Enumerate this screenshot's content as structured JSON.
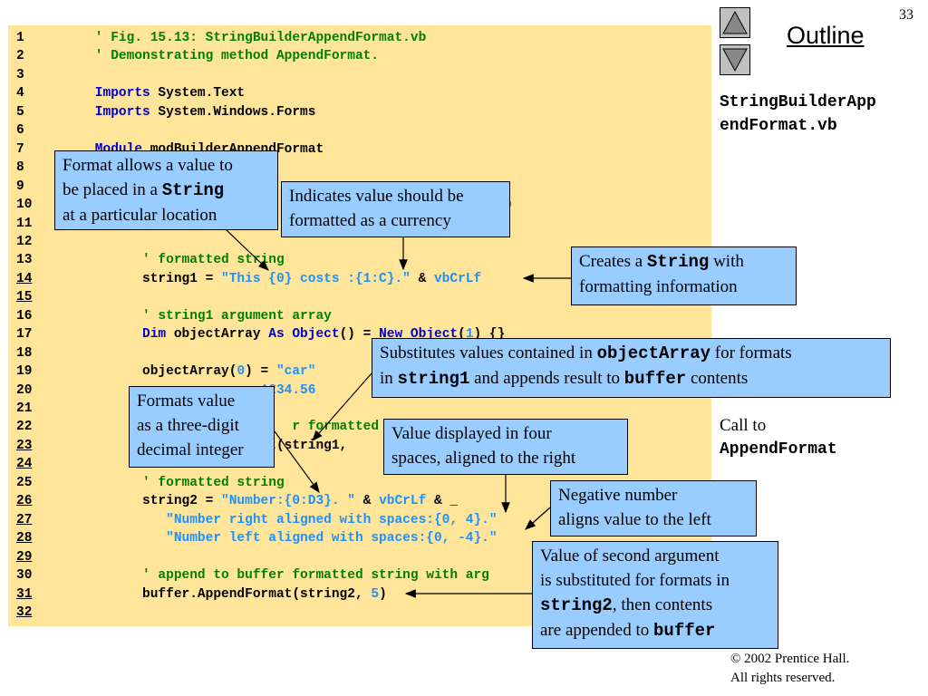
{
  "slide_number": "33",
  "nav": {
    "up_icon": "triangle-up-icon",
    "down_icon": "triangle-down-icon",
    "outline_label": "Outline"
  },
  "file_name_line1": "StringBuilderApp",
  "file_name_line2": "endFormat.vb",
  "side_note": {
    "line1": "Call to",
    "line2": "AppendFormat"
  },
  "copyright": {
    "line1": "© 2002 Prentice Hall.",
    "line2": "All rights reserved."
  },
  "colors": {
    "code_background": "#ffe599",
    "callout_background": "#99ccff",
    "comment": "#008000",
    "keyword": "#0000cc",
    "string": "#1e90ff"
  },
  "code_lines": [
    {
      "num": "1",
      "underline": false,
      "tokens": [
        [
          "c",
          "    ' Fig. 15.13: StringBuilderAppendFormat.vb"
        ]
      ]
    },
    {
      "num": "2",
      "underline": false,
      "tokens": [
        [
          "c",
          "    ' Demonstrating method AppendFormat."
        ]
      ]
    },
    {
      "num": "3",
      "underline": false,
      "tokens": []
    },
    {
      "num": "4",
      "underline": false,
      "tokens": [
        [
          "k",
          "    Imports"
        ],
        [
          "p",
          " System.Text"
        ]
      ]
    },
    {
      "num": "5",
      "underline": false,
      "tokens": [
        [
          "k",
          "    Imports"
        ],
        [
          "p",
          " System.Windows.Forms"
        ]
      ]
    },
    {
      "num": "6",
      "underline": false,
      "tokens": []
    },
    {
      "num": "7",
      "underline": false,
      "tokens": [
        [
          "k",
          "    Module"
        ],
        [
          "p",
          " modBuilderAppendFormat"
        ]
      ]
    },
    {
      "num": "8",
      "underline": false,
      "tokens": []
    },
    {
      "num": "9",
      "underline": false,
      "tokens": []
    },
    {
      "num": "10",
      "underline": false,
      "tokens": [
        [
          "p",
          "                                                builder()"
        ]
      ]
    },
    {
      "num": "11",
      "underline": false,
      "tokens": []
    },
    {
      "num": "12",
      "underline": false,
      "tokens": []
    },
    {
      "num": "13",
      "underline": false,
      "tokens": [
        [
          "c",
          "          ' formatted string"
        ]
      ]
    },
    {
      "num": "14",
      "underline": true,
      "tokens": [
        [
          "p",
          "          string1 = "
        ],
        [
          "s",
          "\"This {0} costs :{1:C}.\""
        ],
        [
          "p",
          " & "
        ],
        [
          "s",
          "vbCrLf"
        ]
      ]
    },
    {
      "num": "15",
      "underline": true,
      "tokens": []
    },
    {
      "num": "16",
      "underline": false,
      "tokens": [
        [
          "c",
          "          ' string1 argument array"
        ]
      ]
    },
    {
      "num": "17",
      "underline": false,
      "tokens": [
        [
          "k",
          "          Dim"
        ],
        [
          "p",
          " objectArray "
        ],
        [
          "k",
          "As Object"
        ],
        [
          "p",
          "() = "
        ],
        [
          "k",
          "New Object"
        ],
        [
          "p",
          "("
        ],
        [
          "n",
          "1"
        ],
        [
          "p",
          ") {}"
        ]
      ]
    },
    {
      "num": "18",
      "underline": false,
      "tokens": []
    },
    {
      "num": "19",
      "underline": false,
      "tokens": [
        [
          "p",
          "          objectArray("
        ],
        [
          "n",
          "0"
        ],
        [
          "p",
          ") = "
        ],
        [
          "s",
          "\"car\""
        ]
      ]
    },
    {
      "num": "20",
      "underline": false,
      "tokens": [
        [
          "p",
          "          o"
        ],
        [
          "p",
          "              "
        ],
        [
          "s",
          "1234.56"
        ]
      ]
    },
    {
      "num": "21",
      "underline": false,
      "tokens": []
    },
    {
      "num": "22",
      "underline": false,
      "tokens": [
        [
          "c",
          "          '"
        ],
        [
          "c",
          "                  r formatted"
        ]
      ]
    },
    {
      "num": "23",
      "underline": true,
      "tokens": [
        [
          "p",
          "          b"
        ],
        [
          "p",
          "              at(string1,"
        ]
      ]
    },
    {
      "num": "24",
      "underline": true,
      "tokens": []
    },
    {
      "num": "25",
      "underline": false,
      "tokens": [
        [
          "c",
          "          ' formatted string"
        ]
      ]
    },
    {
      "num": "26",
      "underline": true,
      "tokens": [
        [
          "p",
          "          string2 = "
        ],
        [
          "s",
          "\"Number:{0:D3}. \""
        ],
        [
          "p",
          " & "
        ],
        [
          "s",
          "vbCrLf"
        ],
        [
          "p",
          " & _"
        ]
      ]
    },
    {
      "num": "27",
      "underline": true,
      "tokens": [
        [
          "s",
          "             \"Number right aligned with spaces:{0, 4}.\""
        ]
      ]
    },
    {
      "num": "28",
      "underline": true,
      "tokens": [
        [
          "s",
          "             \"Number left aligned with spaces:{0, -4}.\""
        ]
      ]
    },
    {
      "num": "29",
      "underline": true,
      "tokens": []
    },
    {
      "num": "30",
      "underline": false,
      "tokens": [
        [
          "c",
          "          ' append to buffer formatted string with arg"
        ]
      ]
    },
    {
      "num": "31",
      "underline": true,
      "tokens": [
        [
          "p",
          "          buffer.AppendFormat(string2, "
        ],
        [
          "n",
          "5"
        ],
        [
          "p",
          ")"
        ]
      ]
    },
    {
      "num": "32",
      "underline": true,
      "tokens": []
    }
  ],
  "callouts": {
    "format_allows": {
      "t1": "Format allows a value to",
      "t2a": "be placed in a ",
      "t2b": "String",
      "t3": "at a particular location"
    },
    "currency": {
      "t1": "Indicates value should be",
      "t2": "formatted as a currency"
    },
    "creates_string": {
      "t1a": "Creates a ",
      "t1b": "String",
      "t1c": " with",
      "t2": "formatting information"
    },
    "substitutes": {
      "t1a": "Substitutes values contained in ",
      "t1b": "objectArray",
      "t1c": " for formats",
      "t2a": "in ",
      "t2b": "string1",
      "t2c": " and appends result to ",
      "t2d": "buffer",
      "t2e": " contents"
    },
    "three_digit": {
      "t1": "Formats value",
      "t2": "as a three-digit",
      "t3": "decimal integer"
    },
    "four_spaces": {
      "t1": "Value displayed in four",
      "t2": "spaces, aligned to the right"
    },
    "negative": {
      "t1": "Negative number",
      "t2": "aligns value to the left"
    },
    "second_arg": {
      "t1": "Value of second argument",
      "t2": "is substituted for formats in",
      "t3a": "string2",
      "t3b": ", then contents",
      "t4a": "are appended to ",
      "t4b": "buffer"
    }
  }
}
